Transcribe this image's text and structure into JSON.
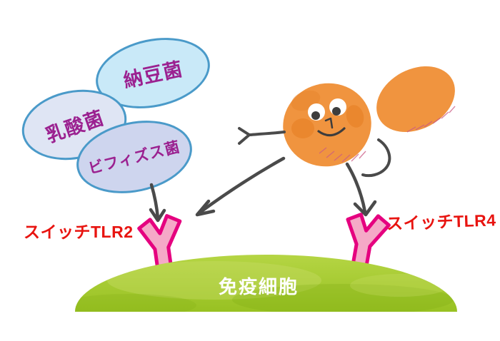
{
  "diagram": {
    "title_context": "probiotic bacteria activating immune cell receptors",
    "bubbles": [
      {
        "id": "natto",
        "label": "納豆菌",
        "fill": "#c9e9f8",
        "border": "#4a9ac9"
      },
      {
        "id": "lactic",
        "label": "乳酸菌",
        "fill": "#dfe5f4",
        "border": "#4a9ac9"
      },
      {
        "id": "bifidus",
        "label": "ビフィズス菌",
        "fill": "#ced5ee",
        "border": "#4a9ac9"
      }
    ],
    "receptors": [
      {
        "id": "tlr2",
        "label": "スイッチTLR2",
        "label_color": "#e81410",
        "shape_fill": "#f5a9c7",
        "shape_stroke": "#e5017f"
      },
      {
        "id": "tlr4",
        "label": "スイッチTLR4",
        "label_color": "#e81410",
        "shape_fill": "#f5a9c7",
        "shape_stroke": "#e5017f"
      }
    ],
    "cell": {
      "label": "免疫細胞",
      "label_color": "#ffffff",
      "fill_top": "#b5d544",
      "fill_bottom": "#98c122"
    },
    "character": {
      "description": "orange peanut-shaped bacterium with smiling face",
      "body_color": "#f0943f"
    },
    "arrow_color": "#4a4a4a",
    "text_color_bubbles": "#9b2190"
  }
}
